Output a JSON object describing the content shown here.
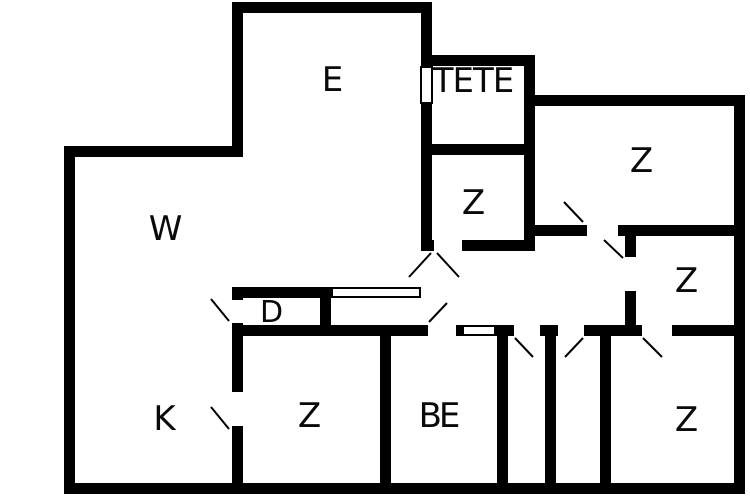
{
  "plan": {
    "background_color": "#ffffff",
    "wall_color": "#000000",
    "line_color": "#000000",
    "rooms": [
      {
        "id": "room-e",
        "label": "E"
      },
      {
        "id": "room-tete",
        "label": "TETE"
      },
      {
        "id": "room-z-top-right",
        "label": "Z"
      },
      {
        "id": "room-z-middle",
        "label": "Z"
      },
      {
        "id": "room-w",
        "label": "W"
      },
      {
        "id": "room-z-right",
        "label": "Z"
      },
      {
        "id": "room-d",
        "label": "D"
      },
      {
        "id": "room-k",
        "label": "K"
      },
      {
        "id": "room-z-bottom",
        "label": "Z"
      },
      {
        "id": "room-be",
        "label": "BE"
      },
      {
        "id": "room-z-bottom-right",
        "label": "Z"
      }
    ]
  }
}
